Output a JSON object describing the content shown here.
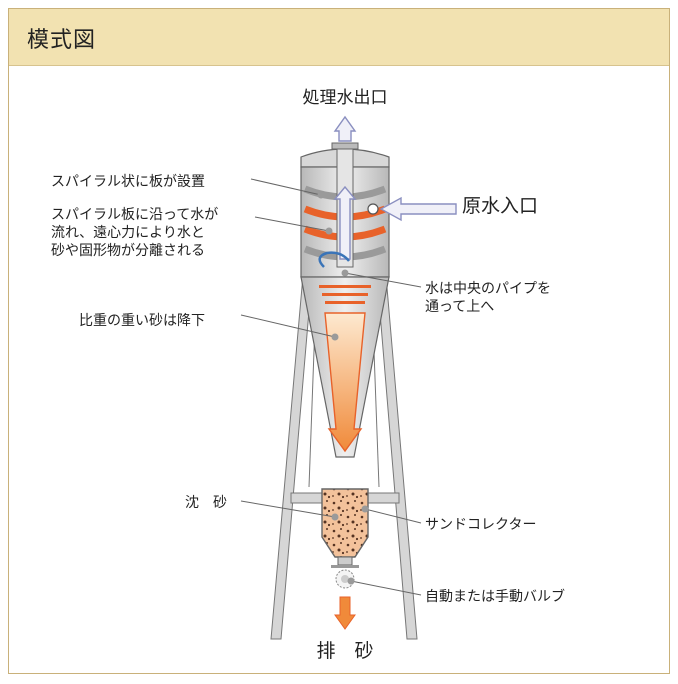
{
  "header": {
    "title": "模式図"
  },
  "labels": {
    "outlet": "処理水出口",
    "inlet": "原水入口",
    "spiral_plate": "スパイラル状に板が設置",
    "centrifugal_1": "スパイラル板に沿って水が",
    "centrifugal_2": "流れ、遠心力により水と",
    "centrifugal_3": "砂や固形物が分離される",
    "center_pipe_1": "水は中央のパイプを",
    "center_pipe_2": "通って上へ",
    "sand_fall": "比重の重い砂は降下",
    "settled_sand": "沈　砂",
    "sand_collector": "サンドコレクター",
    "valve": "自動または手動バルブ",
    "discharge": "排　砂"
  },
  "colors": {
    "header_bg": "#f2e2b1",
    "accent_orange": "#e8622a",
    "gradient_light": "#fbe3c4",
    "body_gray": "#c8c8c8",
    "arrow_blue_border": "#8a8fc0"
  }
}
